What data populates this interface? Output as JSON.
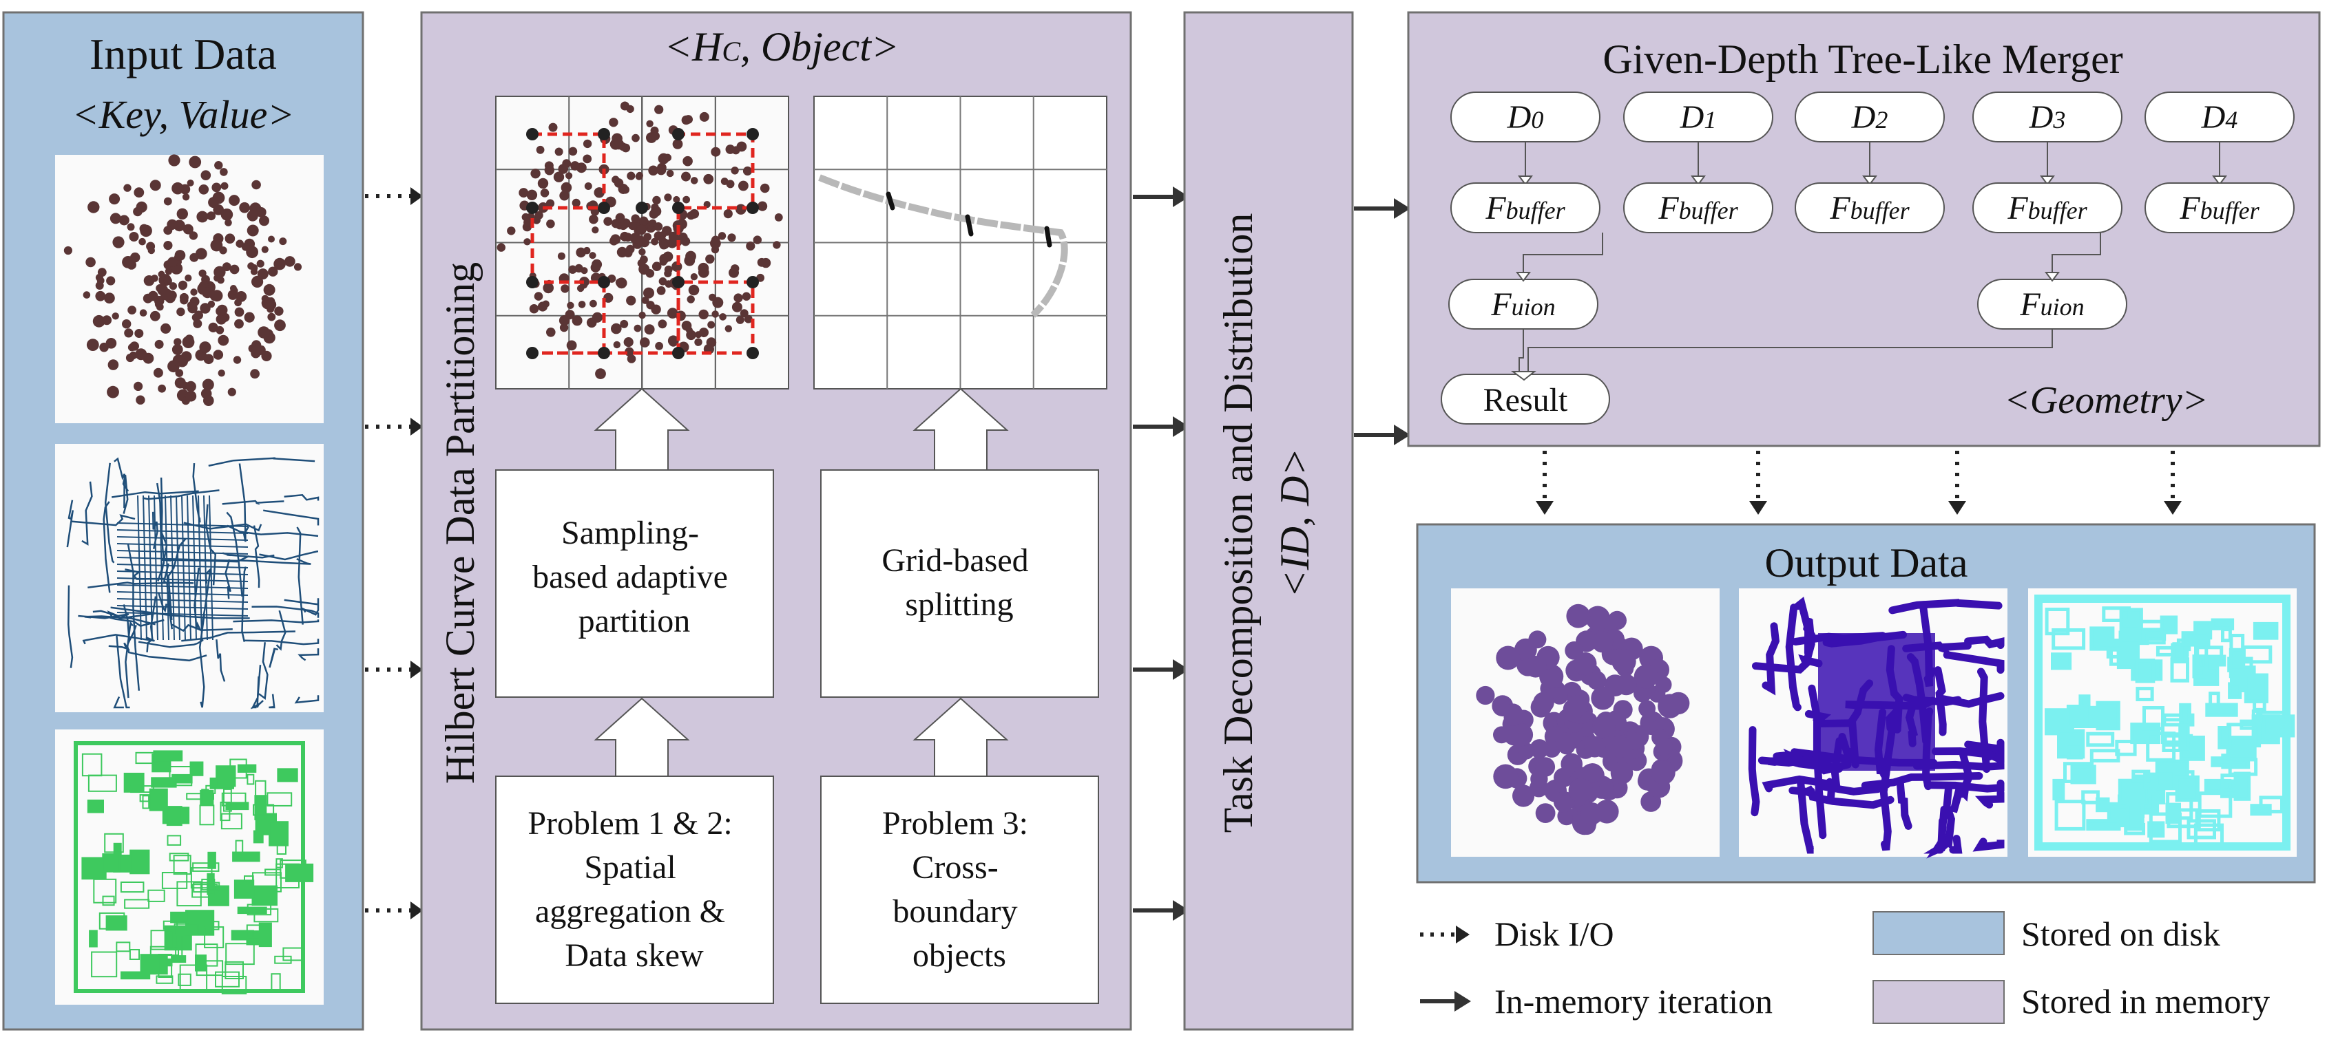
{
  "colors": {
    "disk": "#a8c3dd",
    "memory": "#d0c7dc",
    "border": "#707070",
    "text": "#111111",
    "points": "#5a3535",
    "grid_red": "#e0251f",
    "road_input": "#1f4e79",
    "building_input": "#3ec95e",
    "out_points": "#6e4d9a",
    "out_roads": "#3a10b0",
    "out_buildings": "#7bf0f0"
  },
  "input_panel": {
    "title": "Input Data",
    "subtitle": "<Key, Value>"
  },
  "hilbert_panel": {
    "vertical_label": "Hilbert Curve Data Partitioning",
    "top_label_prefix": "<H",
    "top_label_sub": "C",
    "top_label_suffix": ", Object>",
    "left_method": [
      "Sampling-",
      "based adaptive",
      "partition"
    ],
    "right_method": [
      "Grid-based",
      "splitting"
    ],
    "left_problem": [
      "Problem 1 & 2:",
      "Spatial",
      "aggregation &",
      "Data skew"
    ],
    "right_problem": [
      "Problem 3:",
      "Cross-",
      "boundary",
      "objects"
    ]
  },
  "task_panel": {
    "label_line1": "Task Decomposition and Distribution",
    "label_line2": "<ID, D>"
  },
  "merger_panel": {
    "title": "Given-Depth Tree-Like Merger",
    "depth_nodes": [
      {
        "base": "D",
        "sub": "0"
      },
      {
        "base": "D",
        "sub": "1"
      },
      {
        "base": "D",
        "sub": "2"
      },
      {
        "base": "D",
        "sub": "3"
      },
      {
        "base": "D",
        "sub": "4"
      }
    ],
    "buffer_node": {
      "base": "F",
      "sub": "buffer"
    },
    "union_node": {
      "base": "F",
      "sub": "uion"
    },
    "result_label": "Result",
    "geometry_label": "<Geometry>"
  },
  "output_panel": {
    "title": "Output Data"
  },
  "legend": {
    "disk_io": "Disk I/O",
    "in_memory": "In-memory iteration",
    "stored_disk": "Stored on disk",
    "stored_memory": "Stored in memory"
  },
  "icons": {
    "dotted_arrow": "dotted-arrow-icon",
    "solid_arrow": "solid-arrow-icon",
    "hollow_arrow": "hollow-up-arrow-icon"
  }
}
